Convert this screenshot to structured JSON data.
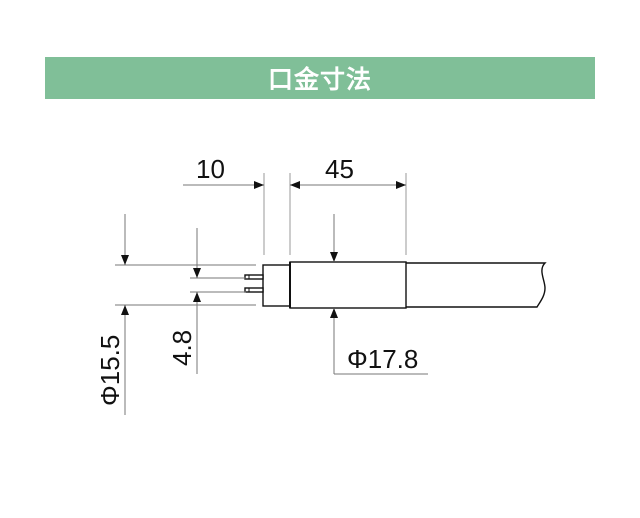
{
  "header": {
    "title": "口金寸法"
  },
  "dimensions": {
    "pin_length": "10",
    "cap_length": "45",
    "cap_diameter": "Φ15.5",
    "pin_spacing": "4.8",
    "tube_diameter": "Φ17.8"
  }
}
